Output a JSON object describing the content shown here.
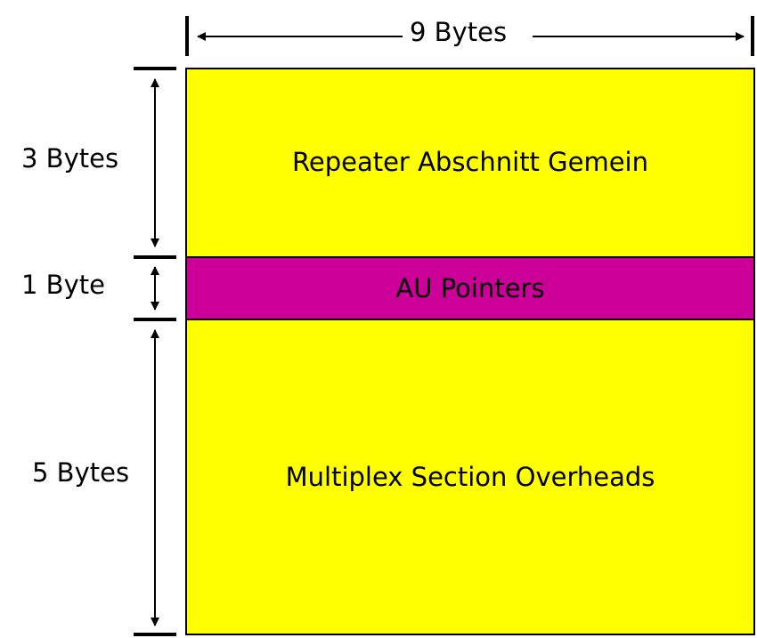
{
  "dimensions": {
    "width_label": "9 Bytes",
    "rows": [
      {
        "label": "3 Bytes",
        "section": "Repeater Abschnitt Gemein",
        "color": "#ffff00"
      },
      {
        "label": "1 Byte",
        "section": "AU Pointers",
        "color": "#cc0099"
      },
      {
        "label": "5 Bytes",
        "section": "Multiplex Section Overheads",
        "color": "#ffff00"
      }
    ]
  },
  "colors": {
    "outline": "#000000",
    "background": "#ffffff"
  }
}
